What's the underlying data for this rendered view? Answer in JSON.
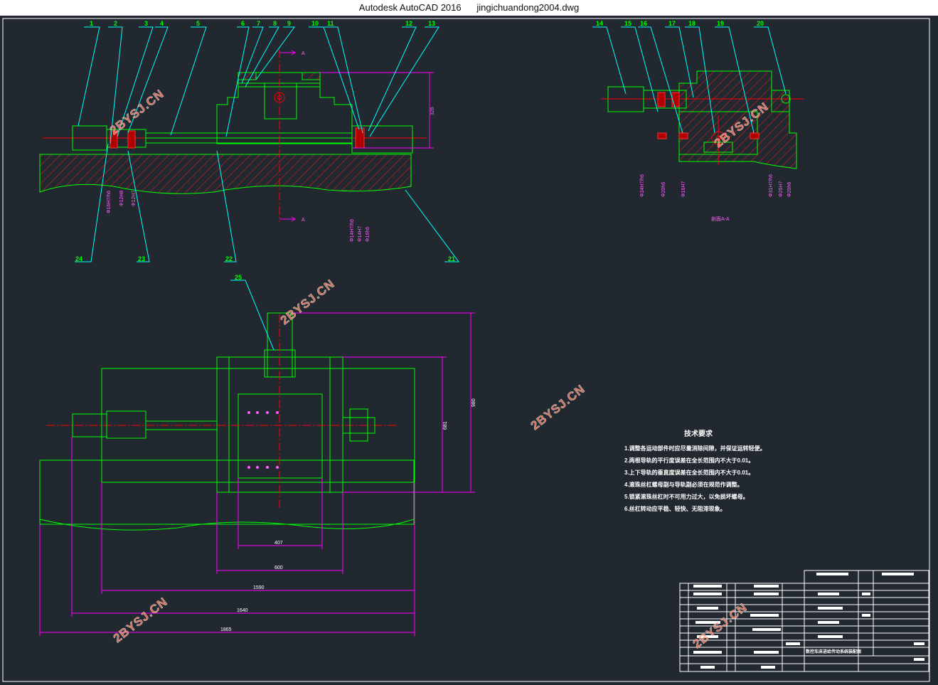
{
  "window": {
    "app_name": "Autodesk AutoCAD 2016",
    "file_name": "jingichuandong2004.dwg"
  },
  "part_numbers_top": [
    "1",
    "2",
    "3",
    "4",
    "5",
    "6",
    "7",
    "8",
    "9",
    "10",
    "11",
    "12",
    "13"
  ],
  "part_numbers_section": [
    "14",
    "15",
    "16",
    "17",
    "18",
    "19",
    "20"
  ],
  "part_numbers_bottom": [
    "24",
    "23",
    "22",
    "21"
  ],
  "part_number_plan": "25",
  "section_label": "剖面A-A",
  "section_marks": [
    "A",
    "A"
  ],
  "fits_top": [
    "Φ16H7/h6",
    "Φ12H8",
    "Φ12H7",
    "Φ14H7/h6",
    "Φ14H7",
    "Φ16h6"
  ],
  "fits_section": [
    "Φ24H7/h6",
    "Φ20h6",
    "Φ16H7",
    "Φ31H7/h6",
    "Φ25H7",
    "Φ20h6"
  ],
  "dimensions": {
    "height_top": "326",
    "plan_width_inner": "407",
    "plan_width_table": "600",
    "plan_width_a": "1590",
    "plan_width_b": "1640",
    "plan_width_c": "1865",
    "plan_height_a": "681",
    "plan_height_b": "980"
  },
  "tech_requirements": {
    "title": "技术要求",
    "items": [
      "1.调整各运动部件时应尽量消除间隙，并保证运转轻便。",
      "2.两根导轨的平行度误差在全长范围内不大于0.01。",
      "3.上下导轨的垂直度误差在全长范围内不大于0.01。",
      "4.滚珠丝杠螺母副与导轨副必须在规范作调整。",
      "5.锁紧滚珠丝杠时不可用力过大，以免损坏螺母。",
      "6.丝杠转动应平稳、轻快、无阻滞现象。"
    ]
  },
  "title_block": {
    "drawing_title": "数控车床进给传动系统装配图"
  },
  "watermark": "2BYSJ.CN",
  "colors": {
    "background": "#212830",
    "outline": "#00ff00",
    "leader": "#00ffff",
    "dimension": "#ff00ff",
    "center_line": "#ff0000",
    "text": "#ffffff"
  }
}
